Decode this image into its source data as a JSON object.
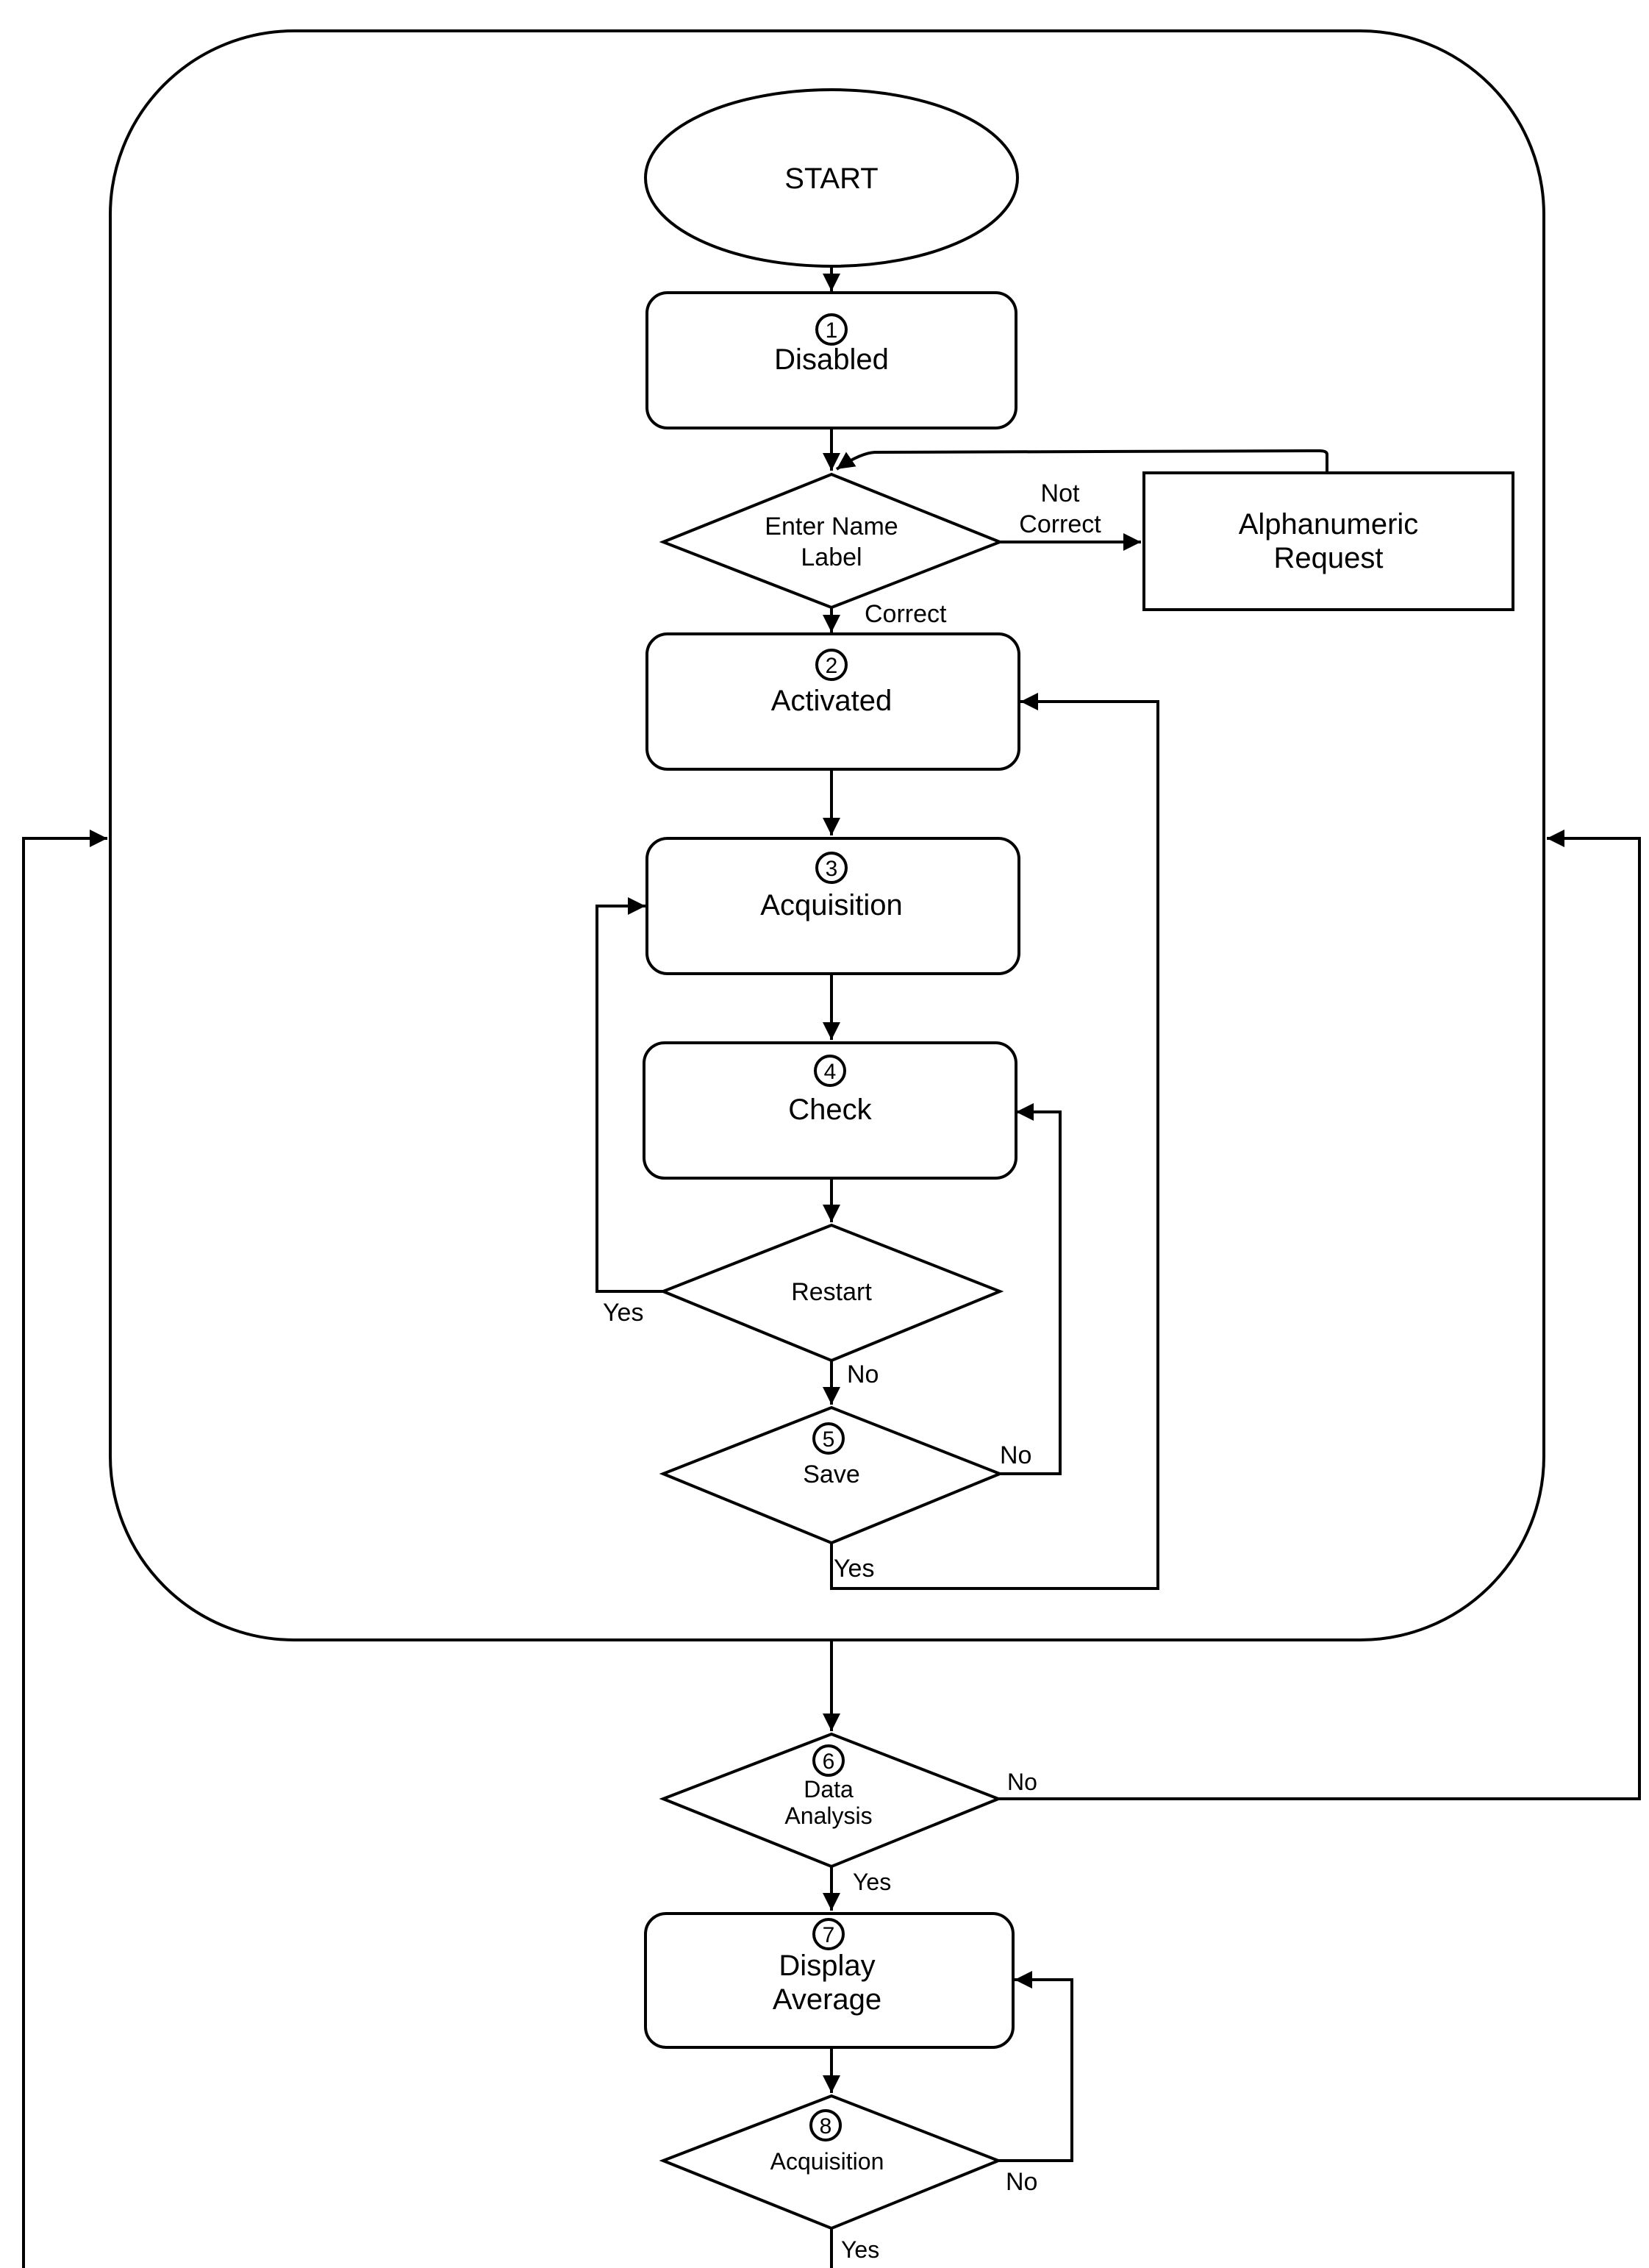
{
  "nodes": {
    "start": {
      "label": "START"
    },
    "disabled": {
      "number": "1",
      "label": "Disabled"
    },
    "enter_name": {
      "line1": "Enter Name",
      "line2": "Label"
    },
    "alphanumeric": {
      "line1": "Alphanumeric",
      "line2": "Request"
    },
    "activated": {
      "number": "2",
      "label": "Activated"
    },
    "acquisition": {
      "number": "3",
      "label": "Acquisition"
    },
    "check": {
      "number": "4",
      "label": "Check"
    },
    "restart": {
      "label": "Restart"
    },
    "save": {
      "number": "5",
      "label": "Save"
    },
    "data_analysis": {
      "number": "6",
      "line1": "Data",
      "line2": "Analysis"
    },
    "display_average": {
      "number": "7",
      "line1": "Display",
      "line2": "Average"
    },
    "acquisition2": {
      "number": "8",
      "label": "Acquisition"
    }
  },
  "edge_labels": {
    "not_correct_1": "Not",
    "not_correct_2": "Correct",
    "correct": "Correct",
    "restart_yes": "Yes",
    "restart_no": "No",
    "save_no": "No",
    "save_yes": "Yes",
    "analysis_no": "No",
    "analysis_yes": "Yes",
    "acq2_no": "No",
    "acq2_yes": "Yes"
  }
}
